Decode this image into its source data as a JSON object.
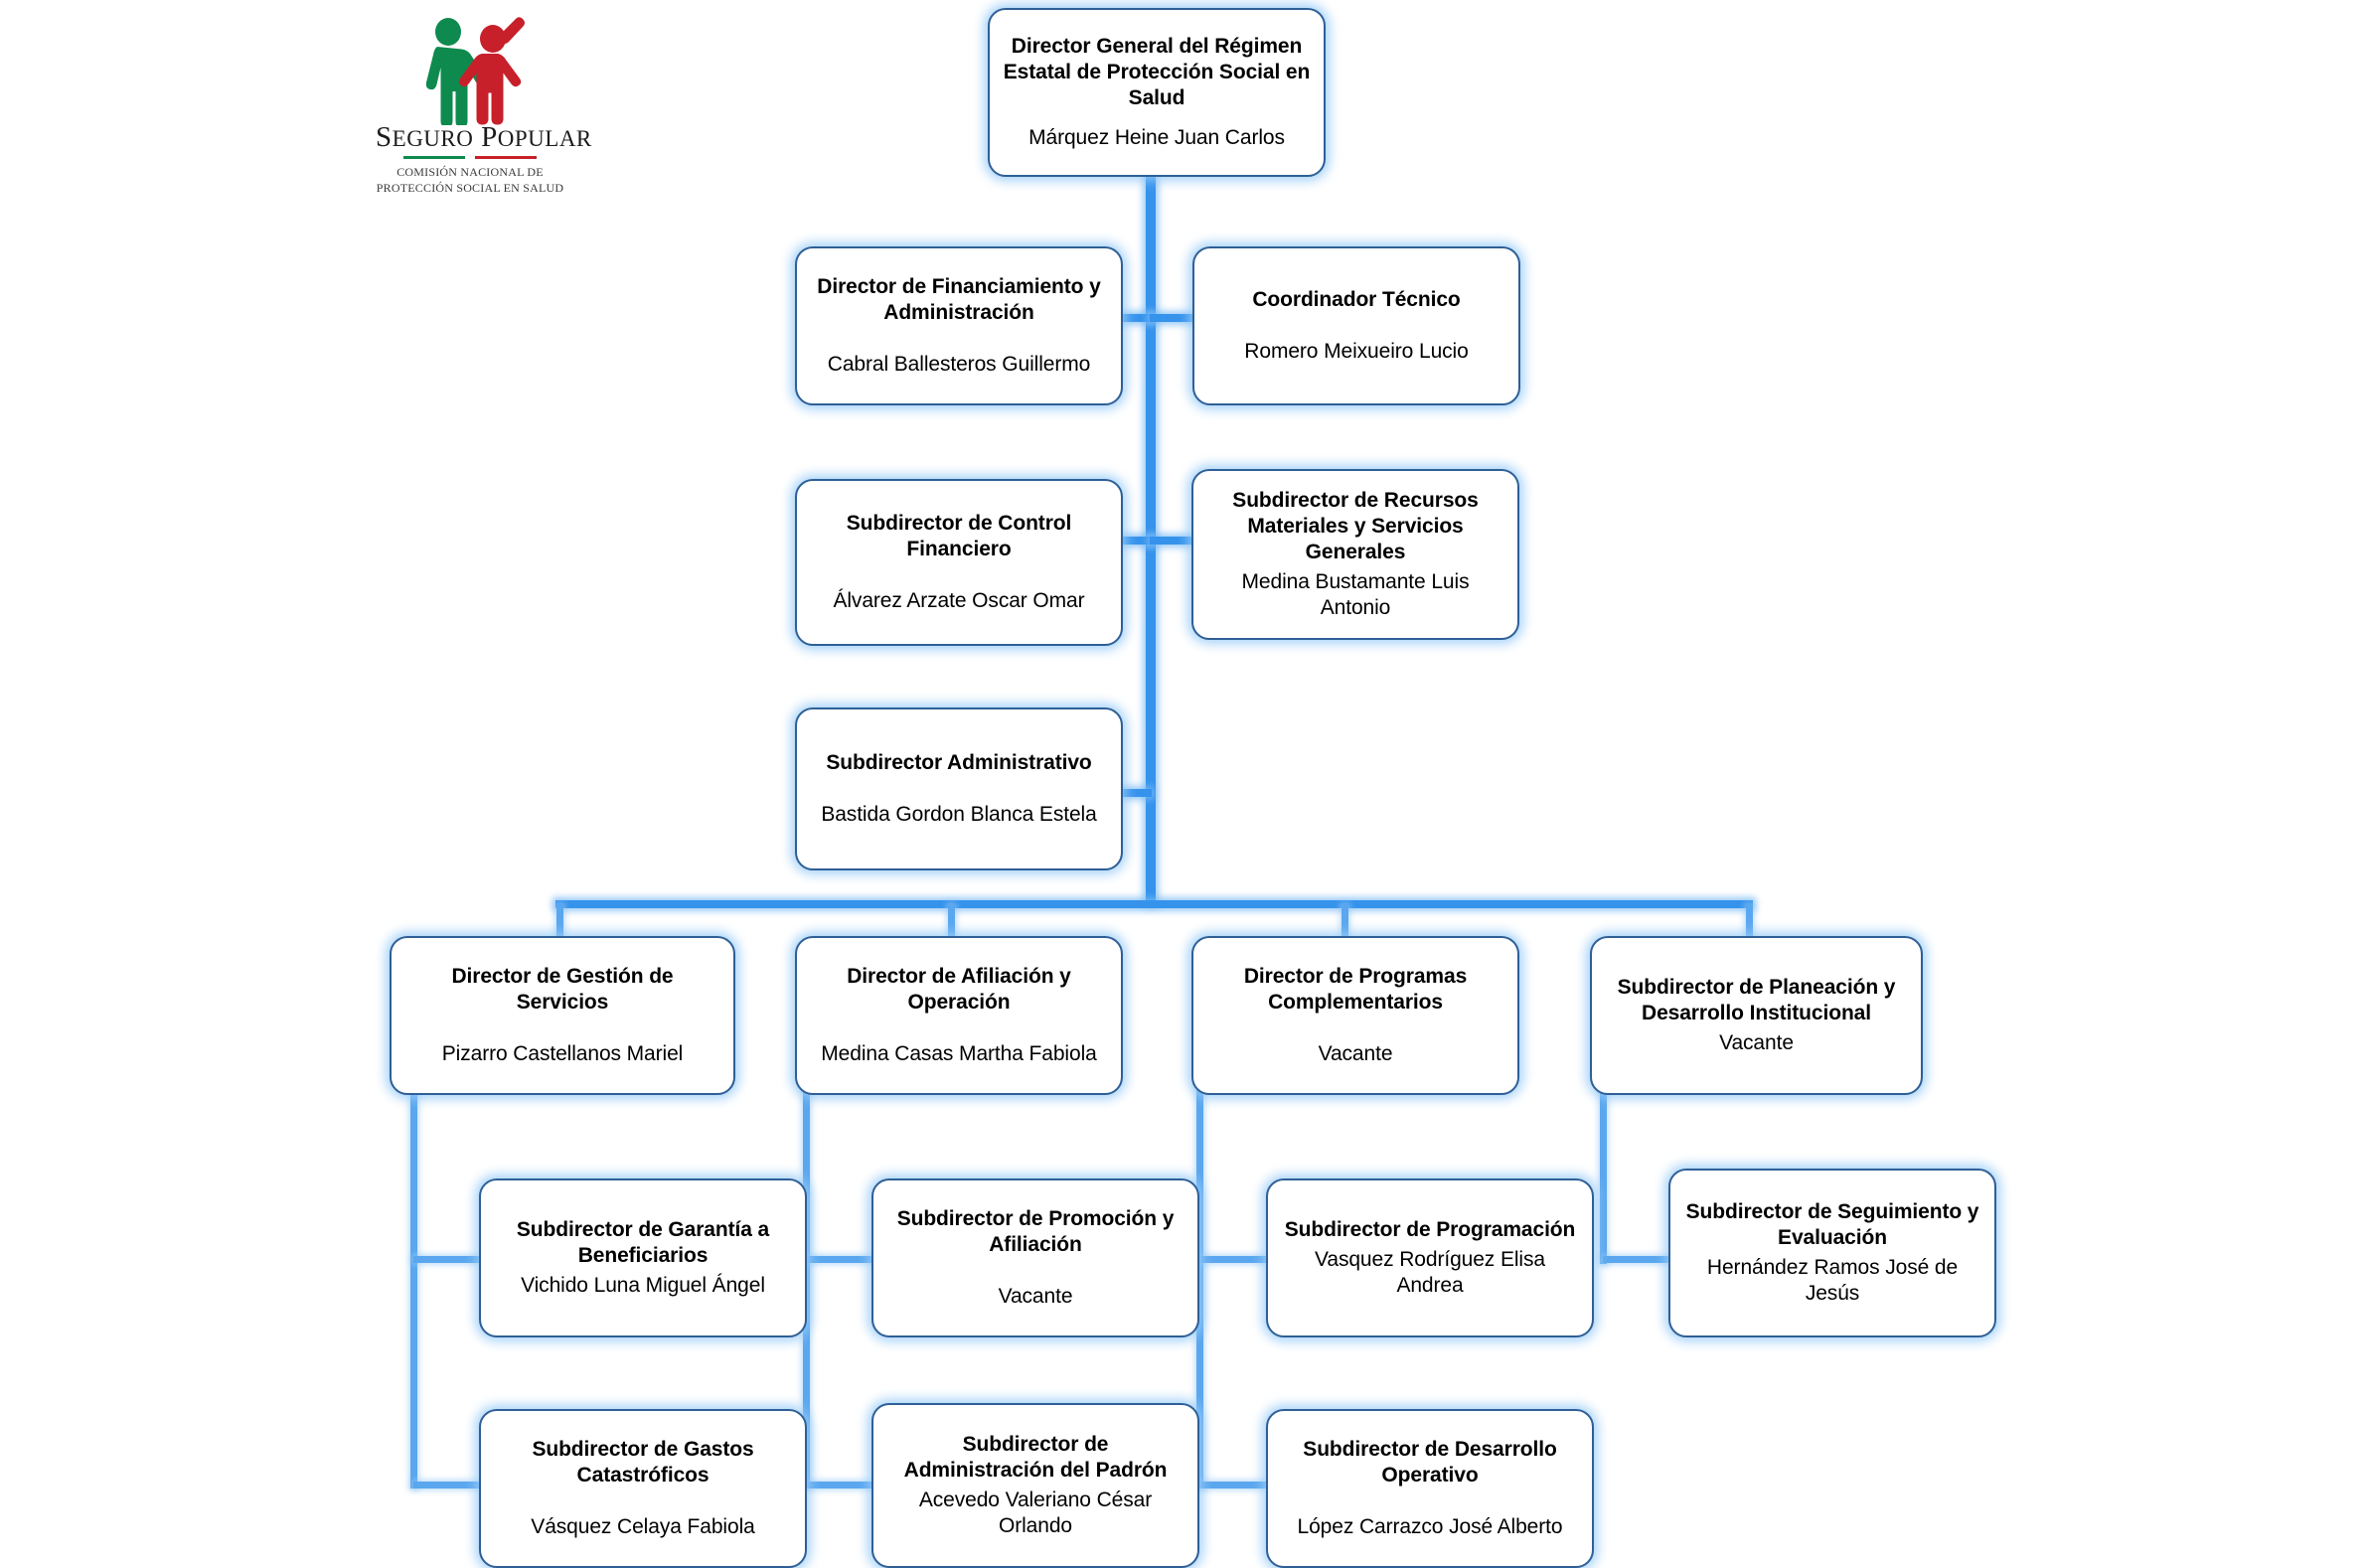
{
  "logo": {
    "name": "seguro-popular-logo",
    "wordmark_first": "S",
    "wordmark_first_rest": "EGURO",
    "wordmark_second": "P",
    "wordmark_second_rest": "OPULAR",
    "subtitle_line1": "COMISIÓN NACIONAL DE",
    "subtitle_line2": "PROTECCIÓN SOCIAL EN SALUD",
    "colors": {
      "green": "#0e8a4e",
      "red": "#c7202a"
    }
  },
  "theme": {
    "connector": "#3593ec",
    "box_border": "#2f5f96",
    "box_fill": "#ffffff",
    "glow": "#96cbf8"
  },
  "chart_type": "organization-chart",
  "nodes": [
    {
      "id": "director-general",
      "title": "Director General del Régimen Estatal de Protección Social en Salud",
      "person": "Márquez Heine Juan Carlos"
    },
    {
      "id": "director-financiamiento",
      "title": "Director de Financiamiento y Administración",
      "person": "Cabral Ballesteros Guillermo"
    },
    {
      "id": "coordinador-tecnico",
      "title": "Coordinador Técnico",
      "person": "Romero Meixueiro Lucio"
    },
    {
      "id": "subdirector-control-financiero",
      "title": "Subdirector de Control Financiero",
      "person": "Álvarez Arzate Oscar Omar"
    },
    {
      "id": "subdirector-recursos-materiales",
      "title": "Subdirector de Recursos Materiales y Servicios Generales",
      "person": "Medina Bustamante Luis Antonio"
    },
    {
      "id": "subdirector-administrativo",
      "title": "Subdirector Administrativo",
      "person": "Bastida Gordon Blanca Estela"
    },
    {
      "id": "director-gestion-servicios",
      "title": "Director de Gestión de Servicios",
      "person": "Pizarro Castellanos Mariel"
    },
    {
      "id": "director-afiliacion-operacion",
      "title": "Director de Afiliación y Operación",
      "person": "Medina Casas Martha Fabiola"
    },
    {
      "id": "director-programas-complementarios",
      "title": "Director de Programas Complementarios",
      "person": "Vacante"
    },
    {
      "id": "subdirector-planeacion-desarrollo",
      "title": "Subdirector de Planeación y Desarrollo Institucional",
      "person": "Vacante"
    },
    {
      "id": "subdirector-garantia-beneficiarios",
      "title": "Subdirector de Garantía a Beneficiarios",
      "person": "Vichido Luna Miguel Ángel"
    },
    {
      "id": "subdirector-promocion-afiliacion",
      "title": "Subdirector de Promoción y Afiliación",
      "person": "Vacante"
    },
    {
      "id": "subdirector-programacion",
      "title": "Subdirector de Programación",
      "person": "Vasquez Rodríguez Elisa Andrea"
    },
    {
      "id": "subdirector-seguimiento-evaluacion",
      "title": "Subdirector de Seguimiento y Evaluación",
      "person": "Hernández Ramos José de Jesús"
    },
    {
      "id": "subdirector-gastos-catastroficos",
      "title": "Subdirector de Gastos Catastróficos",
      "person": "Vásquez Celaya Fabiola"
    },
    {
      "id": "subdirector-administracion-padron",
      "title": "Subdirector de Administración del Padrón",
      "person": "Acevedo Valeriano César Orlando"
    },
    {
      "id": "subdirector-desarrollo-operativo",
      "title": "Subdirector de Desarrollo Operativo",
      "person": "López Carrazco José Alberto"
    }
  ]
}
